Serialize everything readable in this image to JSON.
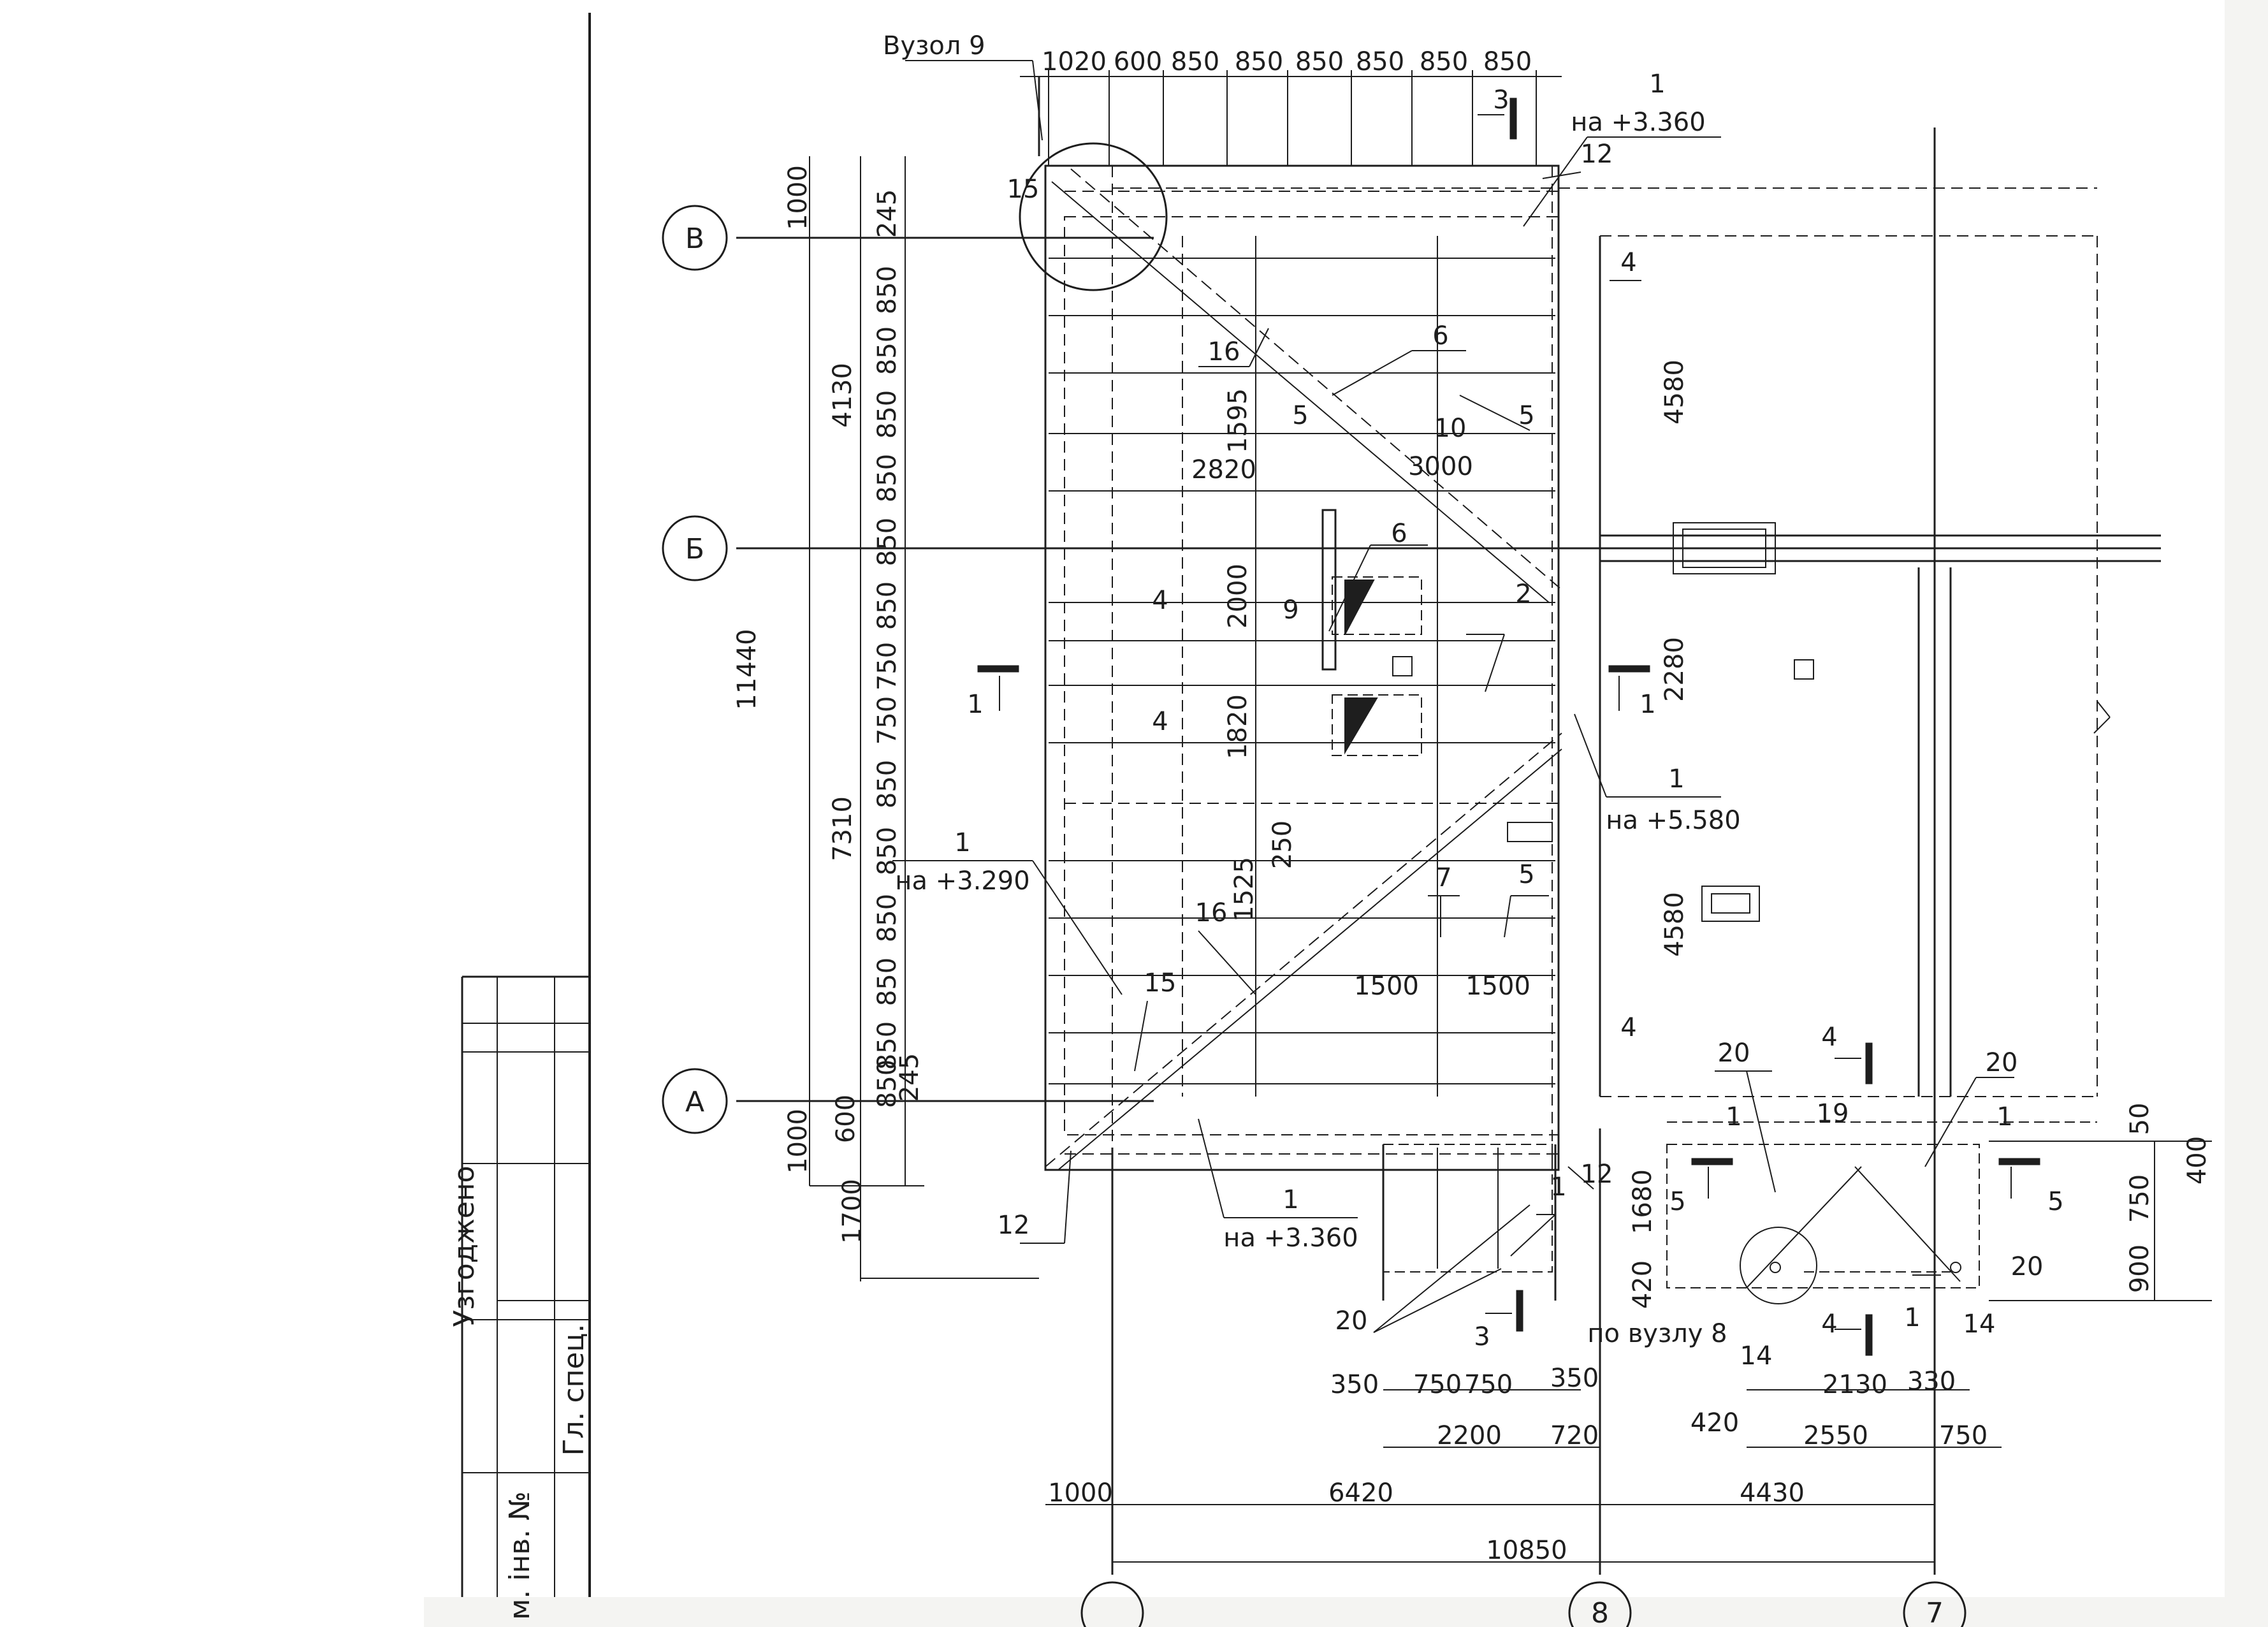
{
  "palette": {
    "paper": "#ffffff",
    "scan_edge": "#f4f4f2",
    "ink": "#1e1e1e"
  },
  "node_label": "Вузол 9",
  "axes": [
    "В",
    "Б",
    "А"
  ],
  "axes_bottom_partial": [
    "",
    "8",
    "7"
  ],
  "top_dims": [
    "1020",
    "600",
    "850",
    "850",
    "850",
    "850",
    "850",
    "850"
  ],
  "left_dims_inner": [
    "245",
    "850",
    "850",
    "850",
    "850",
    "850",
    "850",
    "750",
    "750",
    "850",
    "850",
    "850",
    "850",
    "850",
    "850",
    "245"
  ],
  "left_dims_outer": [
    "1000",
    "4130",
    "7310",
    "1000",
    "1700"
  ],
  "left_dims_overall": "11440",
  "left_dim_600": "600",
  "interior_dims": [
    "1595",
    "2820",
    "3000",
    "2000",
    "1820",
    "1525",
    "250",
    "1500",
    "1500",
    "4580",
    "2280",
    "4580",
    "1680",
    "420",
    "50",
    "750",
    "900",
    "400"
  ],
  "bottom_dims_row1": [
    "350",
    "750",
    "750",
    "350",
    "2130",
    "330"
  ],
  "bottom_dims_row2": [
    "420",
    "2200",
    "720",
    "2550",
    "750"
  ],
  "bottom_dims_row3": [
    "1000",
    "6420",
    "4430"
  ],
  "bottom_dims_overall": "10850",
  "callouts": [
    "1",
    "на +3.360",
    "12",
    "4",
    "15",
    "16",
    "6",
    "5",
    "10",
    "5",
    "6",
    "9",
    "2",
    "4",
    "4",
    "1",
    "на +5.580",
    "1",
    "на +3.290",
    "7",
    "5",
    "16",
    "15",
    "4",
    "12",
    "1",
    "на +3.360",
    "1",
    "12",
    "20",
    "20",
    "1",
    "19",
    "1",
    "20",
    "14",
    "14",
    "1",
    "по вузлу 8",
    "20"
  ],
  "sections": [
    "3",
    "3",
    "1",
    "1",
    "4",
    "4",
    "5",
    "5"
  ],
  "title_block": {
    "approved": "Узгоджено",
    "chief_spec": "Гл. спец.",
    "inv_no": "м. інв. №"
  }
}
